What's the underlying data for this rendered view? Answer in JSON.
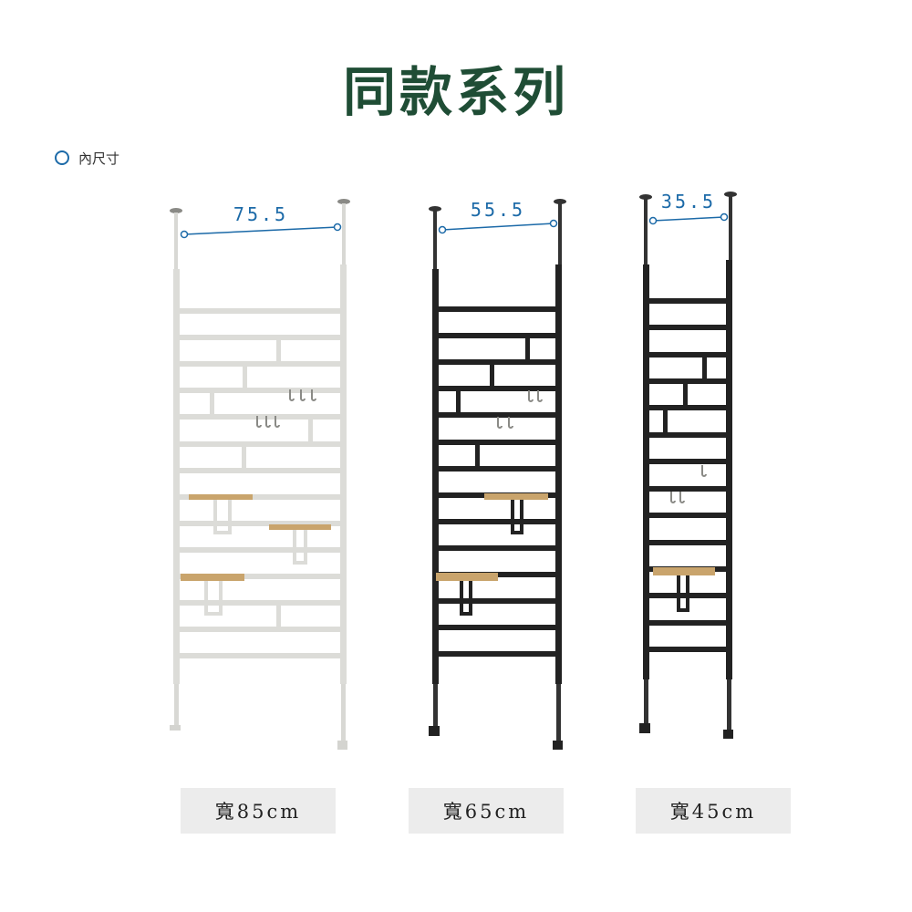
{
  "title": "同款系列",
  "legend": {
    "label": "內尺寸",
    "icon": "circle-outline-icon"
  },
  "colors": {
    "title": "#1f4d35",
    "dimension": "#1c6aa8",
    "white_frame": "#dcdcd8",
    "black_frame": "#222222",
    "wood_shelf": "#c9a46c"
  },
  "products": [
    {
      "inner_size": "75.5",
      "width_label": "寬85cm",
      "frame_color": "white"
    },
    {
      "inner_size": "55.5",
      "width_label": "寬65cm",
      "frame_color": "black"
    },
    {
      "inner_size": "35.5",
      "width_label": "寬45cm",
      "frame_color": "black"
    }
  ]
}
